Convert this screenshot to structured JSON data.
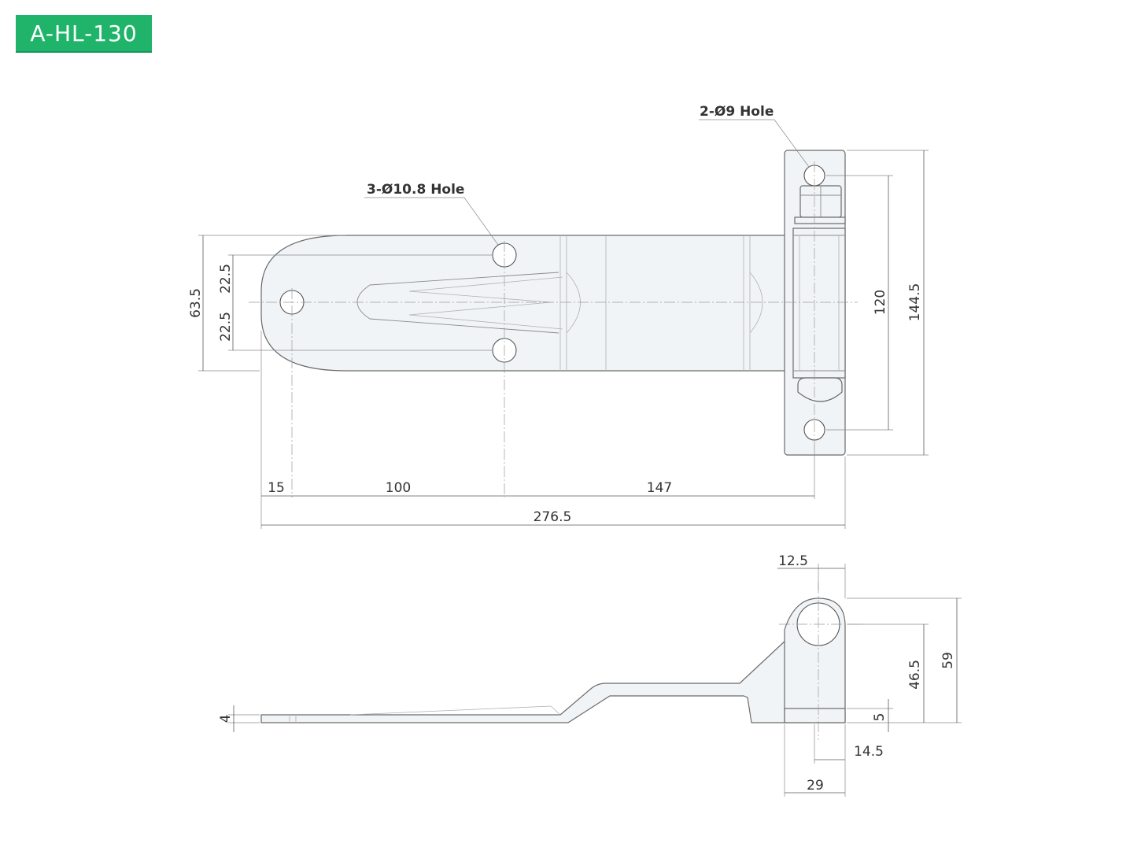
{
  "badge": {
    "label": "A-HL-130",
    "color": "#1fb46a"
  },
  "callouts": {
    "holes_small": "2-Ø9 Hole",
    "holes_large": "3-Ø10.8 Hole"
  },
  "dimensions": {
    "width_63_5": "63.5",
    "offset_upper": "22.5",
    "offset_lower": "22.5",
    "edge_15": "15",
    "span_100": "100",
    "span_147": "147",
    "length_total": "276.5",
    "hole_spacing_120": "120",
    "plate_height": "144.5",
    "knuckle_12_5": "12.5",
    "height_46_5": "46.5",
    "height_59": "59",
    "thickness_4": "4",
    "thickness_5": "5",
    "base_14_5": "14.5",
    "base_29": "29"
  }
}
